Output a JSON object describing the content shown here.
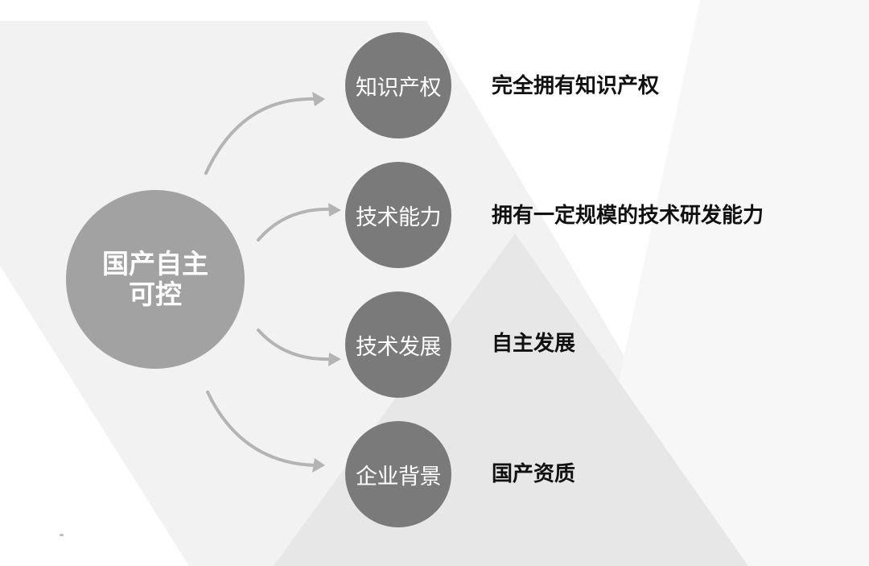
{
  "center": {
    "line1": "国产自主",
    "line2": "可控"
  },
  "branches": [
    {
      "label": "知识产权",
      "description": "完全拥有知识产权"
    },
    {
      "label": "技术能力",
      "description": "拥有一定规模的技术研发能力"
    },
    {
      "label": "技术发展",
      "description": "自主发展"
    },
    {
      "label": "企业背景",
      "description": "国产资质"
    }
  ],
  "colors": {
    "center_circle": "#a2a2a2",
    "branch_circle": "#7a7a7a",
    "arrow": "#b4b4b4",
    "description_text": "#111111",
    "background_light": "#f2f2f2",
    "background_mid": "#e7e7e8"
  }
}
